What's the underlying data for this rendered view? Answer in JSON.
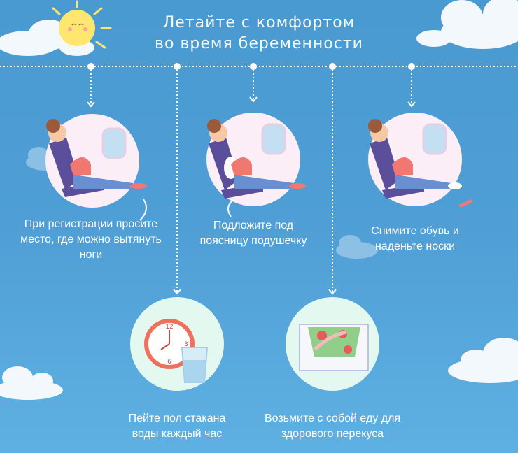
{
  "title": {
    "line1": "Летайте с комфортом",
    "line2": "во время беременности"
  },
  "tips": [
    {
      "text": "При регистрации просите место, где можно вытянуть ноги",
      "icon": "woman-legs-stretched-icon"
    },
    {
      "text": "Подложите под поясницу подушечку",
      "icon": "woman-with-pillow-icon"
    },
    {
      "text": "Снимите обувь и наденьте носки",
      "icon": "woman-shoes-off-icon"
    },
    {
      "text": "Пейте пол стакана воды каждый час",
      "icon": "clock-and-water-glass-icon",
      "clock": {
        "n12": "12",
        "n3": "3",
        "n6": "6"
      }
    },
    {
      "text": "Возьмите с собой еду для здорового перекуса",
      "icon": "salad-container-icon"
    }
  ],
  "colors": {
    "background": "#4f9fd6",
    "top_circle": "#fbeef6",
    "bottom_circle": "#e3f8ef",
    "text": "#ffffff"
  }
}
